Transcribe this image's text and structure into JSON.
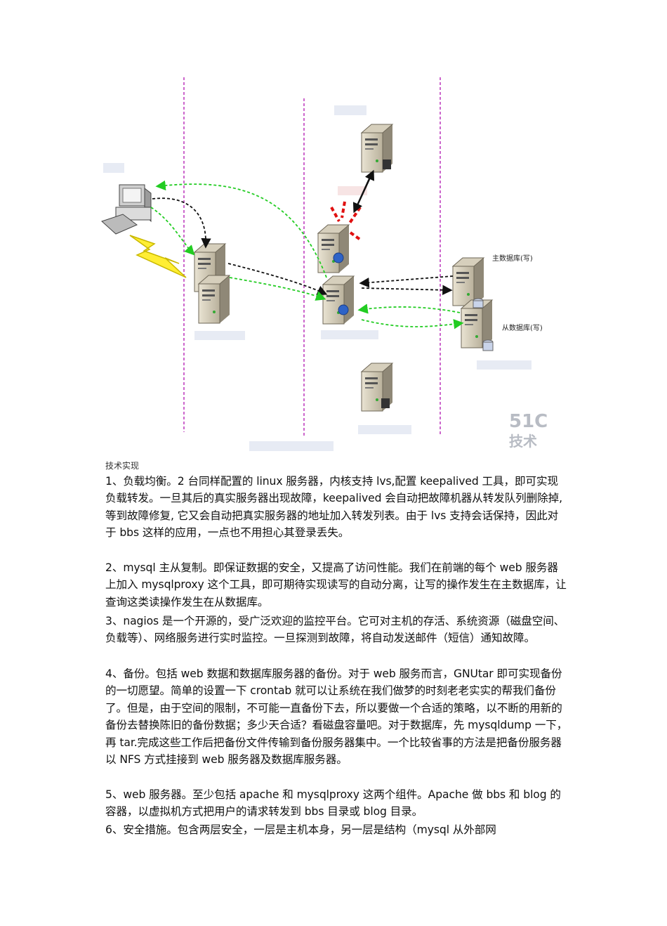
{
  "diagram": {
    "labels": {
      "master_db": "主数据库(写)",
      "slave_db": "从数据库(写)",
      "watermark_logo": "51C",
      "watermark_text": "技术"
    }
  },
  "caption": "技术实现",
  "paragraphs": [
    "1、负载均衡。2 台同样配置的 linux 服务器，内核支持 lvs,配置 keepalived 工具，即可实现负载转发。一旦其后的真实服务器出现故障，keepalived 会自动把故障机器从转发队列删除掉, 等到故障修复, 它又会自动把真实服务器的地址加入转发列表。由于 lvs 支持会话保持，因此对于 bbs 这样的应用，一点也不用担心其登录丢失。",
    "2、mysql 主从复制。即保证数据的安全，又提高了访问性能。我们在前端的每个 web 服务器上加入 mysqlproxy 这个工具，即可期待实现读写的自动分离，让写的操作发生在主数据库，让查询这类读操作发生在从数据库。",
    "3、nagios 是一个开源的，受广泛欢迎的监控平台。它可对主机的存活、系统资源（磁盘空间、负载等）、网络服务进行实时监控。一旦探测到故障，将自动发送邮件（短信）通知故障。",
    "4、备份。包括 web 数据和数据库服务器的备份。对于 web 服务而言，GNUtar 即可实现备份的一切愿望。简单的设置一下 crontab 就可以让系统在我们做梦的时刻老老实实的帮我们备份了。但是，由于空间的限制，不可能一直备份下去，所以要做一个合适的策略，以不断的用新的备份去替换陈旧的备份数据；多少天合适？看磁盘容量吧。对于数据库，先 mysqldump 一下，再 tar.完成这些工作后把备份文件传输到备份服务器集中。一个比较省事的方法是把备份服务器以 NFS 方式挂接到 web 服务器及数据库服务器。",
    "5、web 服务器。至少包括 apache 和 mysqlproxy 这两个组件。Apache 做 bbs 和 blog 的容器，以虚拟机方式把用户的请求转发到 bbs 目录或 blog 目录。",
    "6、安全措施。包含两层安全，一层是主机本身，另一层是结构（mysql 从外部网"
  ]
}
